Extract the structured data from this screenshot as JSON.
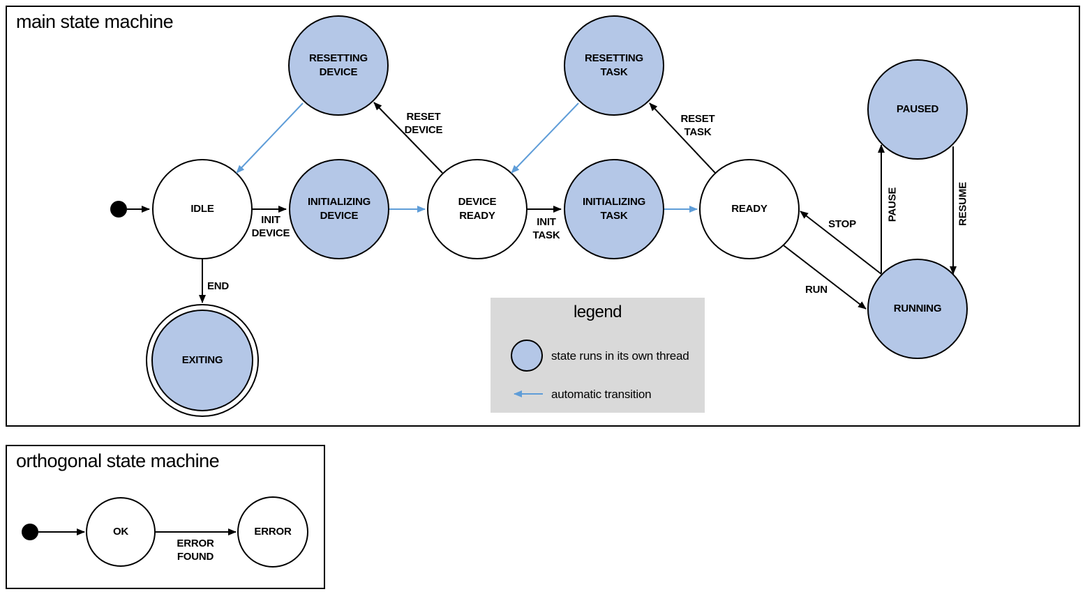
{
  "colors": {
    "thread_state_fill": "#b4c7e7",
    "plain_state_fill": "#ffffff",
    "outline": "#000000",
    "auto_transition_blue": "#5f9dd8",
    "legend_background": "#d9d9d9"
  },
  "main": {
    "title": "main state machine",
    "states": {
      "idle": "IDLE",
      "resetting_device": "RESETTING\nDEVICE",
      "initializing_device": "INITIALIZING\nDEVICE",
      "device_ready": "DEVICE\nREADY",
      "resetting_task": "RESETTING\nTASK",
      "initializing_task": "INITIALIZING\nTASK",
      "ready": "READY",
      "paused": "PAUSED",
      "running": "RUNNING",
      "exiting": "EXITING"
    },
    "transitions": {
      "init_device": "INIT\nDEVICE",
      "reset_device": "RESET\nDEVICE",
      "init_task": "INIT\nTASK",
      "reset_task": "RESET\nTASK",
      "stop": "STOP",
      "run": "RUN",
      "pause": "PAUSE",
      "resume": "RESUME",
      "end": "END"
    }
  },
  "legend": {
    "title": "legend",
    "thread_item": "state runs in its own thread",
    "auto_item": "automatic transition"
  },
  "orthogonal": {
    "title": "orthogonal state machine",
    "states": {
      "ok": "OK",
      "error": "ERROR"
    },
    "transitions": {
      "error_found": "ERROR\nFOUND"
    }
  }
}
